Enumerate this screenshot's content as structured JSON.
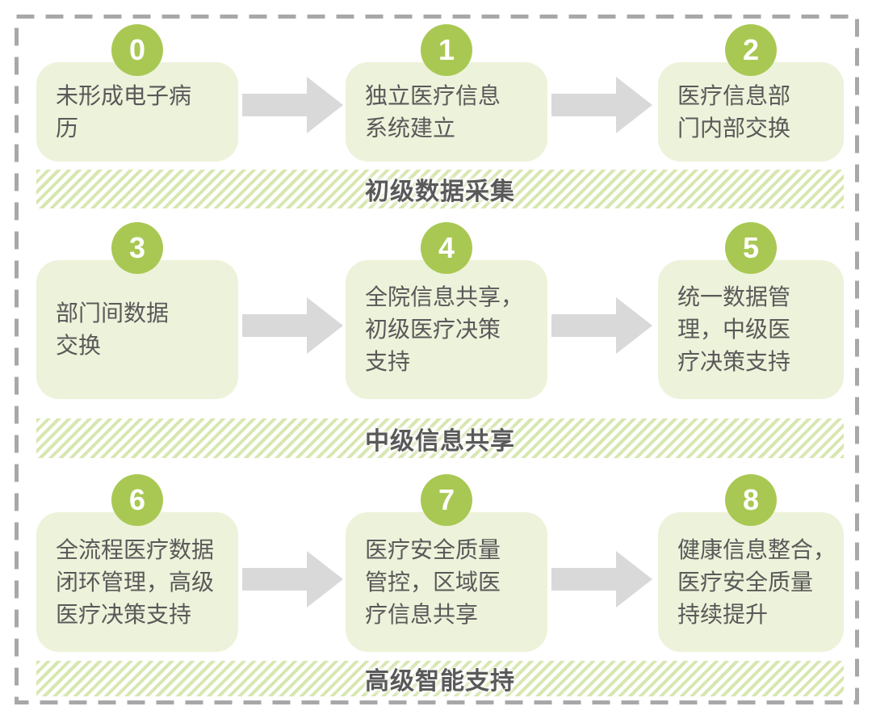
{
  "diagram": {
    "description_palette": {
      "circle_green": "#a9c853",
      "box_fill": "#edf2da",
      "stripe_green": "#d7e7b0",
      "arrow_gray": "#d9d9d9",
      "text_dark": "#595959",
      "frame_gray": "#a8a8a8"
    },
    "icons": {
      "arrow_right": "block-arrow-right-icon"
    },
    "sections": [
      {
        "banner": "初级数据采集",
        "levels": [
          {
            "number": "0",
            "lines": [
              "未形成电子病",
              "历"
            ]
          },
          {
            "number": "1",
            "lines": [
              "独立医疗信息",
              "系统建立"
            ]
          },
          {
            "number": "2",
            "lines": [
              "医疗信息部",
              "门内部交换"
            ]
          }
        ]
      },
      {
        "banner": "中级信息共享",
        "levels": [
          {
            "number": "3",
            "lines": [
              "部门间数据",
              "交换"
            ]
          },
          {
            "number": "4",
            "lines": [
              "全院信息共享，",
              "初级医疗决策",
              "支持"
            ]
          },
          {
            "number": "5",
            "lines": [
              "统一数据管",
              "理，中级医",
              "疗决策支持"
            ]
          }
        ]
      },
      {
        "banner": "高级智能支持",
        "levels": [
          {
            "number": "6",
            "lines": [
              "全流程医疗数据",
              "闭环管理，高级",
              "医疗决策支持"
            ]
          },
          {
            "number": "7",
            "lines": [
              "医疗安全质量",
              "管控，区域医",
              "疗信息共享"
            ]
          },
          {
            "number": "8",
            "lines": [
              "健康信息整合，",
              "医疗安全质量",
              "持续提升"
            ]
          }
        ]
      }
    ]
  }
}
